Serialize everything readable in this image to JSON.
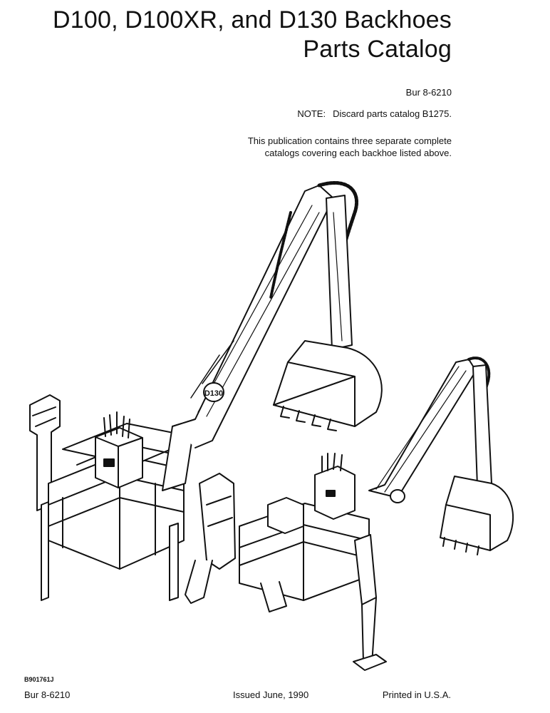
{
  "title": {
    "line1": "D100, D100XR, and D130 Backhoes",
    "line2": "Parts Catalog"
  },
  "doc_code": "Bur 8-6210",
  "note": {
    "label": "NOTE:",
    "text": "Discard parts catalog B1275."
  },
  "description": {
    "line1": "This publication contains three separate complete",
    "line2": "catalogs covering each backhoe listed above."
  },
  "illustration": {
    "boom_badge": "D130"
  },
  "figure_code": "B901761J",
  "footer": {
    "left": "Bur 8-6210",
    "center": "Issued June, 1990",
    "right": "Printed in U.S.A."
  }
}
